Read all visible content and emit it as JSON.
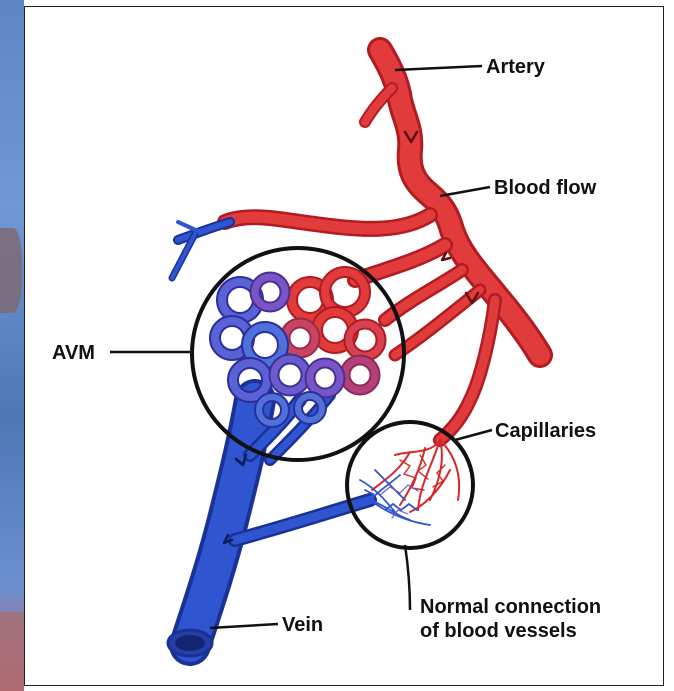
{
  "labels": {
    "artery": "Artery",
    "blood_flow": "Blood flow",
    "avm": "AVM",
    "capillaries": "Capillaries",
    "vein": "Vein",
    "normal_line1": "Normal connection",
    "normal_line2": "of blood vessels"
  },
  "colors": {
    "artery": "#e23b3b",
    "artery_dark": "#b01c22",
    "vein": "#2f55d0",
    "vein_dark": "#1a3196",
    "tangle_blue": "#5a62d6",
    "outline": "#111111"
  }
}
